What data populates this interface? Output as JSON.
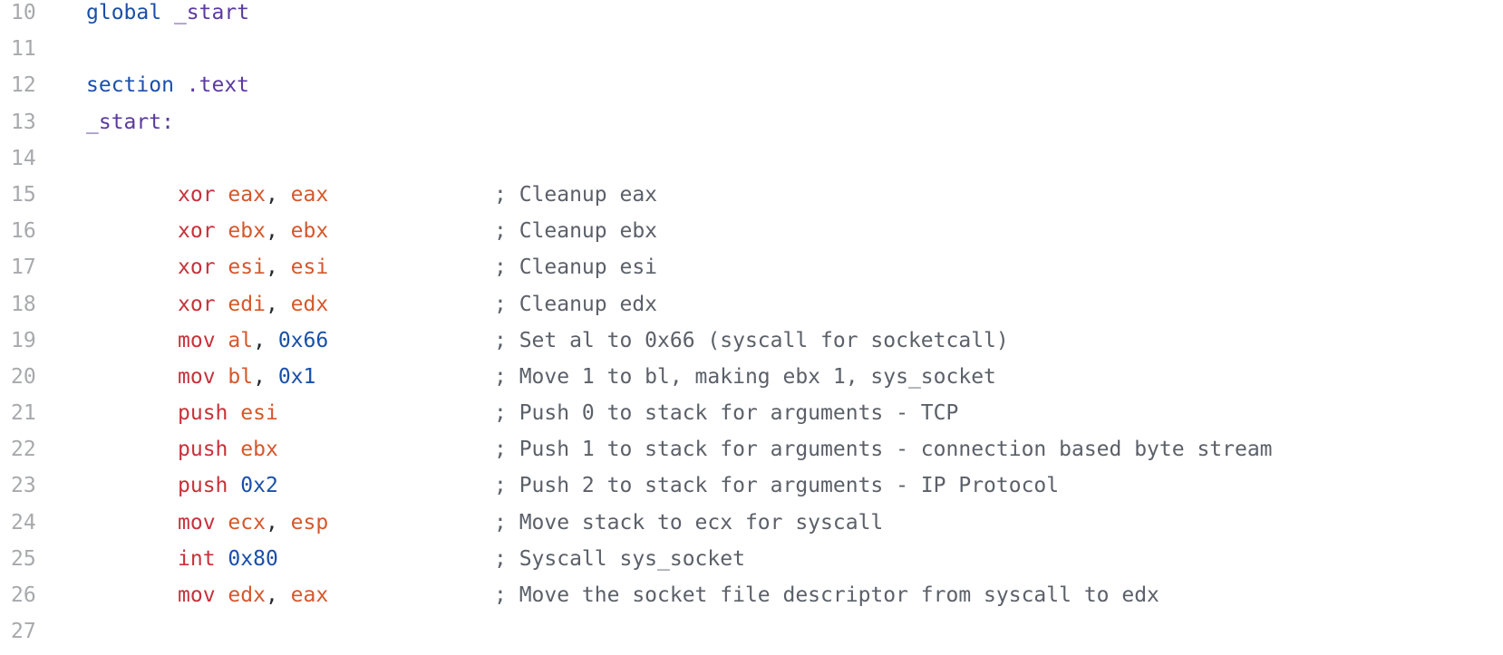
{
  "colors": {
    "keyword": "#1a4fa8",
    "identifier": "#5b3aa0",
    "mnemonic": "#c8313a",
    "register": "#d4582b",
    "number": "#1a4fa8",
    "comment": "#5b6069",
    "line_number": "#a7a9ad",
    "background": "#ffffff"
  },
  "lines": [
    {
      "num": "10",
      "indent": 0,
      "tokens": [
        {
          "t": "global",
          "k": "keyword"
        },
        {
          "t": " ",
          "k": "plain"
        },
        {
          "t": "_start",
          "k": "identifier"
        }
      ],
      "comment": ""
    },
    {
      "num": "11",
      "indent": 0,
      "tokens": [],
      "comment": ""
    },
    {
      "num": "12",
      "indent": 0,
      "tokens": [
        {
          "t": "section",
          "k": "keyword"
        },
        {
          "t": " ",
          "k": "plain"
        },
        {
          "t": ".text",
          "k": "identifier"
        }
      ],
      "comment": ""
    },
    {
      "num": "13",
      "indent": 0,
      "tokens": [
        {
          "t": "_start:",
          "k": "label"
        }
      ],
      "comment": ""
    },
    {
      "num": "14",
      "indent": 0,
      "tokens": [],
      "comment": ""
    },
    {
      "num": "15",
      "indent": 1,
      "tokens": [
        {
          "t": "xor",
          "k": "mnemonic"
        },
        {
          "t": " ",
          "k": "plain"
        },
        {
          "t": "eax",
          "k": "register"
        },
        {
          "t": ", ",
          "k": "punct"
        },
        {
          "t": "eax",
          "k": "register"
        }
      ],
      "comment": "; Cleanup eax"
    },
    {
      "num": "16",
      "indent": 1,
      "tokens": [
        {
          "t": "xor",
          "k": "mnemonic"
        },
        {
          "t": " ",
          "k": "plain"
        },
        {
          "t": "ebx",
          "k": "register"
        },
        {
          "t": ", ",
          "k": "punct"
        },
        {
          "t": "ebx",
          "k": "register"
        }
      ],
      "comment": "; Cleanup ebx"
    },
    {
      "num": "17",
      "indent": 1,
      "tokens": [
        {
          "t": "xor",
          "k": "mnemonic"
        },
        {
          "t": " ",
          "k": "plain"
        },
        {
          "t": "esi",
          "k": "register"
        },
        {
          "t": ", ",
          "k": "punct"
        },
        {
          "t": "esi",
          "k": "register"
        }
      ],
      "comment": "; Cleanup esi"
    },
    {
      "num": "18",
      "indent": 1,
      "tokens": [
        {
          "t": "xor",
          "k": "mnemonic"
        },
        {
          "t": " ",
          "k": "plain"
        },
        {
          "t": "edi",
          "k": "register"
        },
        {
          "t": ", ",
          "k": "punct"
        },
        {
          "t": "edx",
          "k": "register"
        }
      ],
      "comment": "; Cleanup edx"
    },
    {
      "num": "19",
      "indent": 1,
      "tokens": [
        {
          "t": "mov",
          "k": "mnemonic"
        },
        {
          "t": " ",
          "k": "plain"
        },
        {
          "t": "al",
          "k": "register"
        },
        {
          "t": ", ",
          "k": "punct"
        },
        {
          "t": "0x66",
          "k": "number"
        }
      ],
      "comment": "; Set al to 0x66 (syscall for socketcall)"
    },
    {
      "num": "20",
      "indent": 1,
      "tokens": [
        {
          "t": "mov",
          "k": "mnemonic"
        },
        {
          "t": " ",
          "k": "plain"
        },
        {
          "t": "bl",
          "k": "register"
        },
        {
          "t": ", ",
          "k": "punct"
        },
        {
          "t": "0x1",
          "k": "number"
        }
      ],
      "comment": "; Move 1 to bl, making ebx 1, sys_socket"
    },
    {
      "num": "21",
      "indent": 1,
      "tokens": [
        {
          "t": "push",
          "k": "mnemonic"
        },
        {
          "t": " ",
          "k": "plain"
        },
        {
          "t": "esi",
          "k": "register"
        }
      ],
      "comment": "; Push 0 to stack for arguments - TCP"
    },
    {
      "num": "22",
      "indent": 1,
      "tokens": [
        {
          "t": "push",
          "k": "mnemonic"
        },
        {
          "t": " ",
          "k": "plain"
        },
        {
          "t": "ebx",
          "k": "register"
        }
      ],
      "comment": "; Push 1 to stack for arguments - connection based byte stream"
    },
    {
      "num": "23",
      "indent": 1,
      "tokens": [
        {
          "t": "push",
          "k": "mnemonic"
        },
        {
          "t": " ",
          "k": "plain"
        },
        {
          "t": "0x2",
          "k": "number"
        }
      ],
      "comment": "; Push 2 to stack for arguments - IP Protocol"
    },
    {
      "num": "24",
      "indent": 1,
      "tokens": [
        {
          "t": "mov",
          "k": "mnemonic"
        },
        {
          "t": " ",
          "k": "plain"
        },
        {
          "t": "ecx",
          "k": "register"
        },
        {
          "t": ", ",
          "k": "punct"
        },
        {
          "t": "esp",
          "k": "register"
        }
      ],
      "comment": "; Move stack to ecx for syscall"
    },
    {
      "num": "25",
      "indent": 1,
      "tokens": [
        {
          "t": "int",
          "k": "mnemonic"
        },
        {
          "t": " ",
          "k": "plain"
        },
        {
          "t": "0x80",
          "k": "number"
        }
      ],
      "comment": "; Syscall sys_socket"
    },
    {
      "num": "26",
      "indent": 1,
      "tokens": [
        {
          "t": "mov",
          "k": "mnemonic"
        },
        {
          "t": " ",
          "k": "plain"
        },
        {
          "t": "edx",
          "k": "register"
        },
        {
          "t": ", ",
          "k": "punct"
        },
        {
          "t": "eax",
          "k": "register"
        }
      ],
      "comment": "; Move the socket file descriptor from syscall to edx"
    },
    {
      "num": "27",
      "indent": 0,
      "tokens": [],
      "comment": ""
    }
  ]
}
